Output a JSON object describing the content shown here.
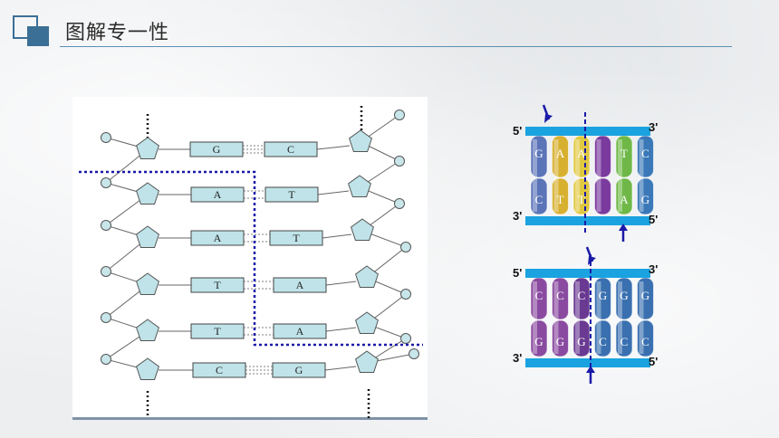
{
  "header": {
    "title": "图解专一性"
  },
  "left_diagram": {
    "rows": [
      {
        "left": "G",
        "right": "C"
      },
      {
        "left": "A",
        "right": "T"
      },
      {
        "left": "A",
        "right": "T"
      },
      {
        "left": "T",
        "right": "A"
      },
      {
        "left": "T",
        "right": "A"
      },
      {
        "left": "C",
        "right": "G"
      }
    ]
  },
  "right_top": {
    "end_top_left": "5'",
    "end_top_right": "3'",
    "end_bottom_left": "3'",
    "end_bottom_right": "5'",
    "top_bases": [
      "G",
      "A",
      "A",
      "",
      "T",
      "C"
    ],
    "bottom_bases": [
      "C",
      "T",
      "T",
      "",
      "A",
      "G"
    ]
  },
  "right_bottom": {
    "end_top_left": "5'",
    "end_top_right": "3'",
    "end_bottom_left": "3'",
    "end_bottom_right": "5'",
    "top_bases": [
      "C",
      "C",
      "C",
      "G",
      "G",
      "G"
    ],
    "bottom_bases": [
      "G",
      "G",
      "G",
      "C",
      "C",
      "C"
    ]
  },
  "colors": {
    "accent": "#3b6f96",
    "rail": "#1aa3e0",
    "nucleotide_box": "#bfe3e8",
    "dotted_cut": "#1a1aa8"
  }
}
